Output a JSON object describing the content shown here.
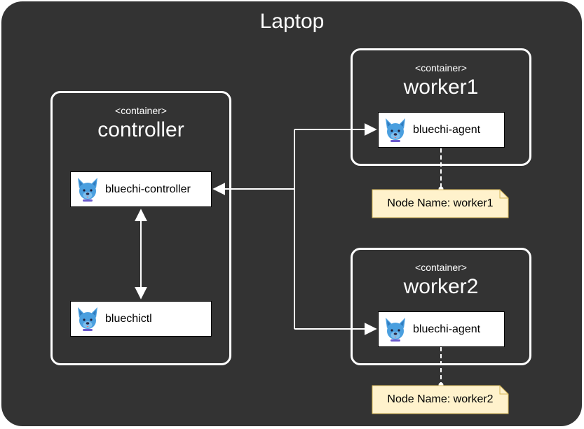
{
  "laptop": {
    "title": "Laptop"
  },
  "controller_container": {
    "stereotype": "<container>",
    "name": "controller",
    "components": {
      "controller": "bluechi-controller",
      "cli": "bluechictl"
    }
  },
  "worker1_container": {
    "stereotype": "<container>",
    "name": "worker1",
    "agent": "bluechi-agent",
    "note": "Node Name: worker1"
  },
  "worker2_container": {
    "stereotype": "<container>",
    "name": "worker2",
    "agent": "bluechi-agent",
    "note": "Node Name: worker2"
  },
  "icon": {
    "name": "bluechi-dog-icon",
    "color": "#4A9FDF",
    "nose": "#2B2B4A",
    "collar": "#6A5ACD"
  },
  "colors": {
    "background": "#333333",
    "border": "#FFFFFF",
    "note_fill": "#FFF2CC",
    "note_border": "#D6B656"
  }
}
